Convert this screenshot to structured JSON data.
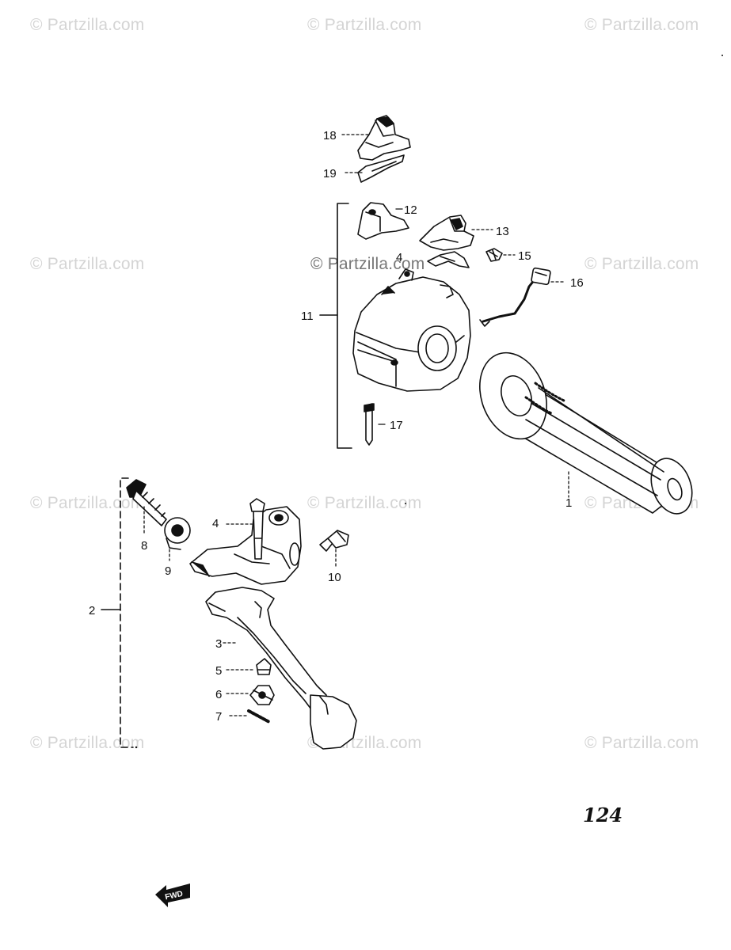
{
  "watermarks": [
    "© Partzilla.com",
    "© Partzilla.com",
    "© Partzilla.com",
    "© Partzilla.com",
    "© Partzilla.com",
    "© Partzilla.com",
    "© Partzilla.com",
    "© Partzilla.com",
    "© Partzilla.com",
    "© Partzilla.com",
    "© Partzilla.com",
    "© Partzilla.com"
  ],
  "center_watermark": "© Partzilla.com",
  "callouts": {
    "c1": "1",
    "c2": "2",
    "c3": "3",
    "c4a": "4",
    "c4b": "4",
    "c5": "5",
    "c6": "6",
    "c7": "7",
    "c8": "8",
    "c9": "9",
    "c10": "10",
    "c11": "11",
    "c12": "12",
    "c13": "13",
    "c15": "15",
    "c16": "16",
    "c17": "17",
    "c18": "18",
    "c19": "19"
  },
  "page_number": "124",
  "forward_arrow_label": "FWD"
}
